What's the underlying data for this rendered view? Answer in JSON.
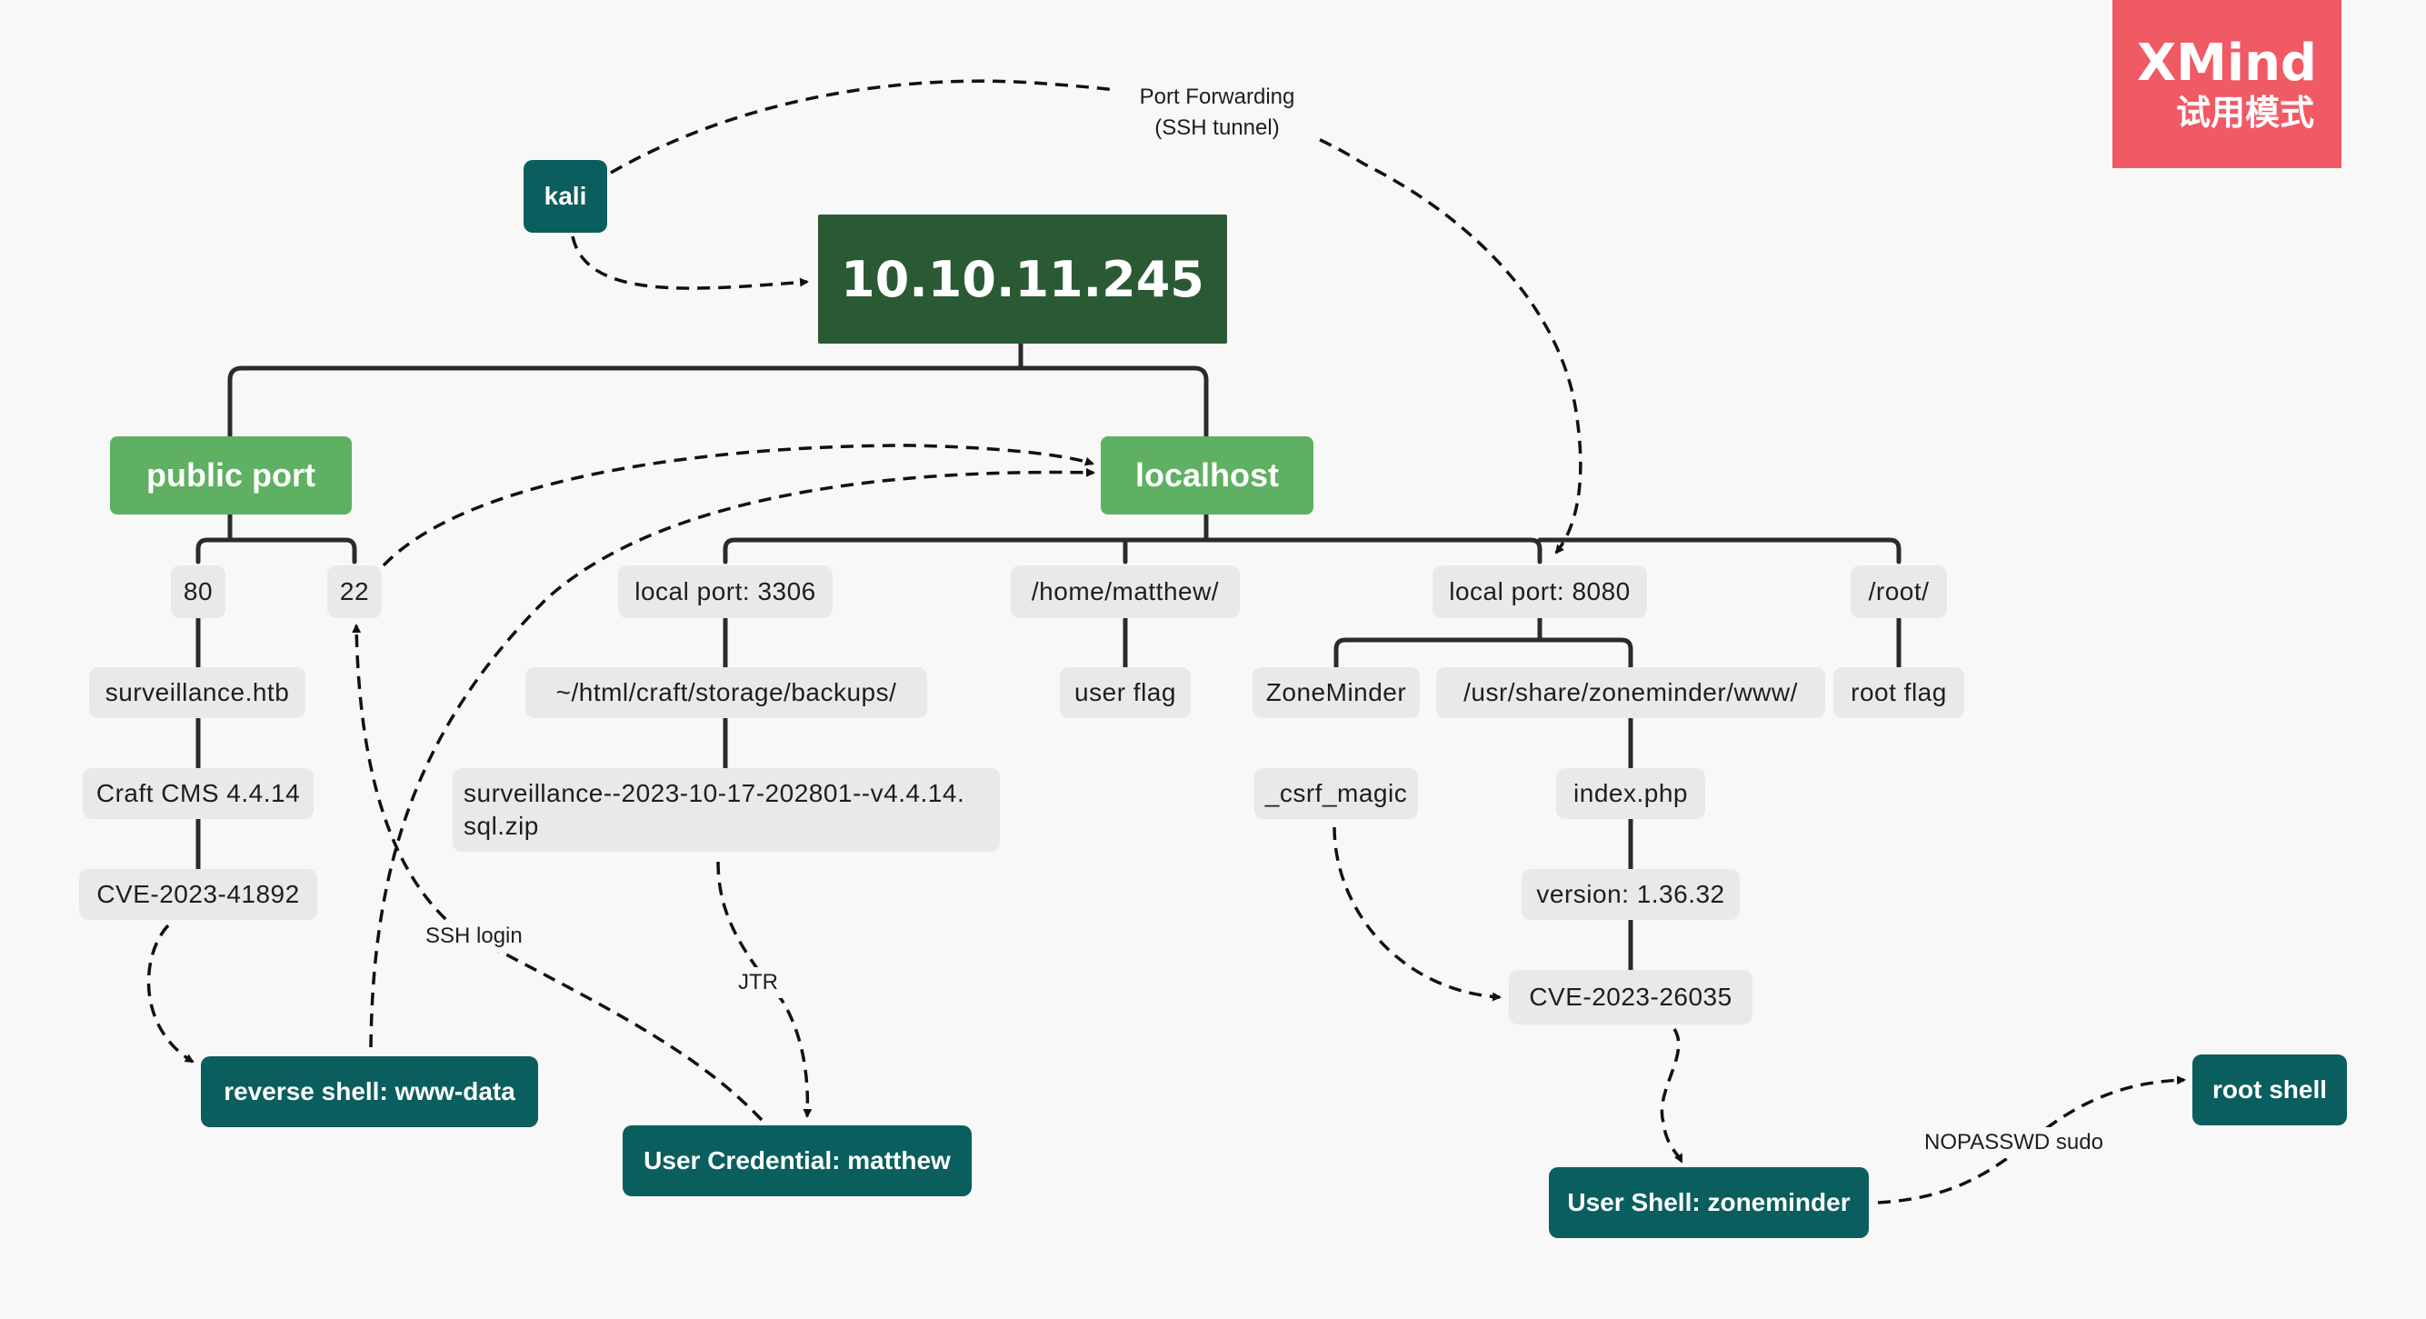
{
  "watermark": {
    "brand": "XMind",
    "mode": "试用模式"
  },
  "root": "10.10.11.245",
  "kali": "kali",
  "branches": {
    "public": "public port",
    "local": "localhost"
  },
  "public": {
    "port80": "80",
    "port22": "22",
    "host": "surveillance.htb",
    "cms": "Craft CMS 4.4.14",
    "cve": "CVE-2023-41892"
  },
  "localhost": {
    "port3306": "local port: 3306",
    "backups": "~/html/craft/storage/backups/",
    "zip_line1": "surveillance--2023-10-17-202801--v4.4.14.",
    "zip_line2": "sql.zip",
    "home": "/home/matthew/",
    "user_flag": "user flag",
    "port8080": "local port: 8080",
    "zoneminder": "ZoneMinder",
    "zm_path": "/usr/share/zoneminder/www/",
    "csrf": "_csrf_magic",
    "index": "index.php",
    "version": "version: 1.36.32",
    "cve": "CVE-2023-26035",
    "root_dir": "/root/",
    "root_flag": "root flag"
  },
  "results": {
    "reverse_shell": "reverse shell: www-data",
    "user_cred": "User Credential: matthew",
    "user_shell": "User Shell: zoneminder",
    "root_shell": "root shell"
  },
  "edge_labels": {
    "port_fwd_1": "Port Forwarding",
    "port_fwd_2": "(SSH tunnel)",
    "ssh_login": "SSH login",
    "jtr": "JTR",
    "sudo": "NOPASSWD sudo"
  },
  "colors": {
    "root": "#2a5a33",
    "branch": "#5fb062",
    "result": "#0b5e5e",
    "leaf": "#e9e9e9",
    "watermark": "#f05a65",
    "line": "#2b2b2b"
  }
}
